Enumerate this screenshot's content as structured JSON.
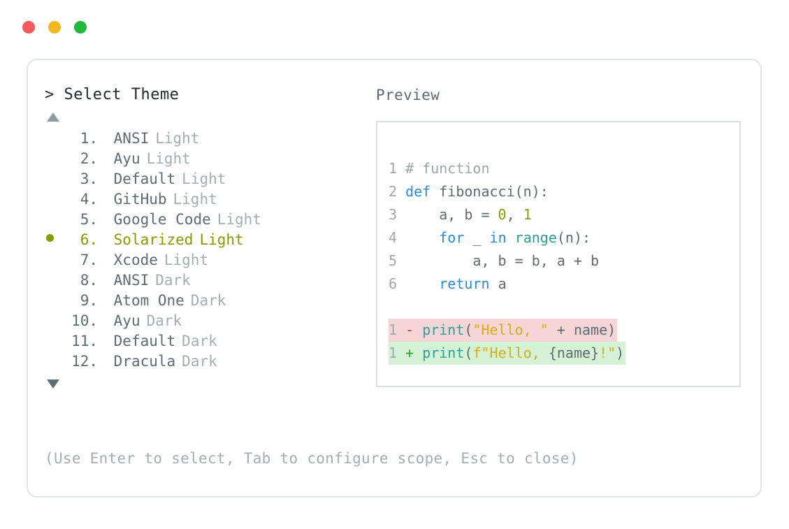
{
  "window": {
    "traffic_lights": [
      {
        "name": "close",
        "color": "#f4595b"
      },
      {
        "name": "minimize",
        "color": "#f5b721"
      },
      {
        "name": "maximize",
        "color": "#22b83b"
      }
    ]
  },
  "picker": {
    "prompt": "> Select Theme",
    "scroll_up_icon": "triangle-up-icon",
    "scroll_down_icon": "triangle-down-icon",
    "selected_index": 6,
    "selected_color": "#879a01",
    "items": [
      {
        "index": "1.",
        "name": "ANSI",
        "variant": "Light",
        "selected": false
      },
      {
        "index": "2.",
        "name": "Ayu",
        "variant": "Light",
        "selected": false
      },
      {
        "index": "3.",
        "name": "Default",
        "variant": "Light",
        "selected": false
      },
      {
        "index": "4.",
        "name": "GitHub",
        "variant": "Light",
        "selected": false
      },
      {
        "index": "5.",
        "name": "Google Code",
        "variant": "Light",
        "selected": false
      },
      {
        "index": "6.",
        "name": "Solarized",
        "variant": "Light",
        "selected": true
      },
      {
        "index": "7.",
        "name": "Xcode",
        "variant": "Light",
        "selected": false
      },
      {
        "index": "8.",
        "name": "ANSI",
        "variant": "Dark",
        "selected": false
      },
      {
        "index": "9.",
        "name": "Atom One",
        "variant": "Dark",
        "selected": false
      },
      {
        "index": "10.",
        "name": "Ayu",
        "variant": "Dark",
        "selected": false
      },
      {
        "index": "11.",
        "name": "Default",
        "variant": "Dark",
        "selected": false
      },
      {
        "index": "12.",
        "name": "Dracula",
        "variant": "Dark",
        "selected": false
      }
    ]
  },
  "preview": {
    "label": "Preview",
    "code_lines": [
      {
        "num": "1",
        "tokens": [
          {
            "t": "# function",
            "c": "comment"
          }
        ]
      },
      {
        "num": "2",
        "tokens": [
          {
            "t": "def ",
            "c": "kw"
          },
          {
            "t": "fibonacci(n):",
            "c": "fn"
          }
        ]
      },
      {
        "num": "3",
        "tokens": [
          {
            "t": "    a, b = ",
            "c": "plain"
          },
          {
            "t": "0",
            "c": "num"
          },
          {
            "t": ", ",
            "c": "plain"
          },
          {
            "t": "1",
            "c": "num"
          }
        ]
      },
      {
        "num": "4",
        "tokens": [
          {
            "t": "    ",
            "c": "plain"
          },
          {
            "t": "for ",
            "c": "kw"
          },
          {
            "t": "_ ",
            "c": "plain"
          },
          {
            "t": "in ",
            "c": "kw"
          },
          {
            "t": "range",
            "c": "builtin"
          },
          {
            "t": "(n):",
            "c": "plain"
          }
        ]
      },
      {
        "num": "5",
        "tokens": [
          {
            "t": "        a, b = b, a + b",
            "c": "plain"
          }
        ]
      },
      {
        "num": "6",
        "tokens": [
          {
            "t": "    ",
            "c": "plain"
          },
          {
            "t": "return ",
            "c": "kw"
          },
          {
            "t": "a",
            "c": "plain"
          }
        ]
      }
    ],
    "diff_lines": [
      {
        "num": "1",
        "marker": "-",
        "marker_class": "minus",
        "kind": "del",
        "tokens": [
          {
            "t": "print",
            "c": "call"
          },
          {
            "t": "(",
            "c": "plain"
          },
          {
            "t": "\"Hello, \"",
            "c": "str"
          },
          {
            "t": " + name)",
            "c": "plain"
          }
        ]
      },
      {
        "num": "1",
        "marker": "+",
        "marker_class": "plus",
        "kind": "add",
        "tokens": [
          {
            "t": "print",
            "c": "call"
          },
          {
            "t": "(",
            "c": "plain"
          },
          {
            "t": "f\"Hello, ",
            "c": "str"
          },
          {
            "t": "{name}",
            "c": "plain"
          },
          {
            "t": "!\"",
            "c": "str"
          },
          {
            "t": ")",
            "c": "plain"
          }
        ]
      }
    ],
    "diff_del_bg": "#f6d5d7",
    "diff_add_bg": "#d6f2d6"
  },
  "footer": {
    "hint": "(Use Enter to select, Tab to configure scope, Esc to close)"
  }
}
